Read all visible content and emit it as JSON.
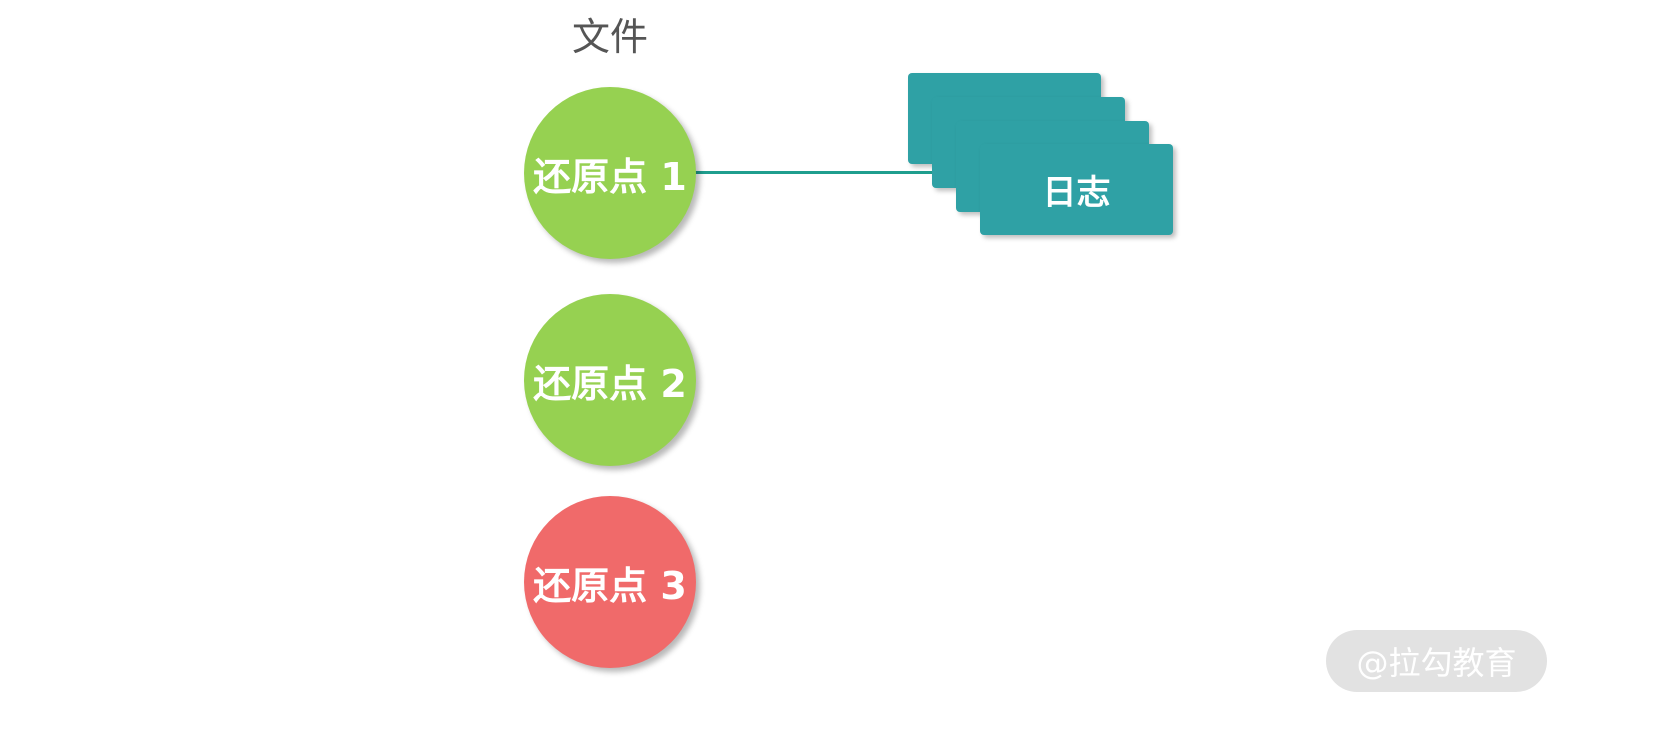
{
  "diagram": {
    "title": "文件",
    "restore_points": [
      {
        "label": "还原点 1",
        "color": "#96d151"
      },
      {
        "label": "还原点 2",
        "color": "#96d151"
      },
      {
        "label": "还原点 3",
        "color": "#f06a6a"
      }
    ],
    "log_label": "日志",
    "log_color": "#2fa1a5",
    "connector_color": "#1f9e8e"
  },
  "watermark": {
    "text": "@拉勾教育"
  }
}
